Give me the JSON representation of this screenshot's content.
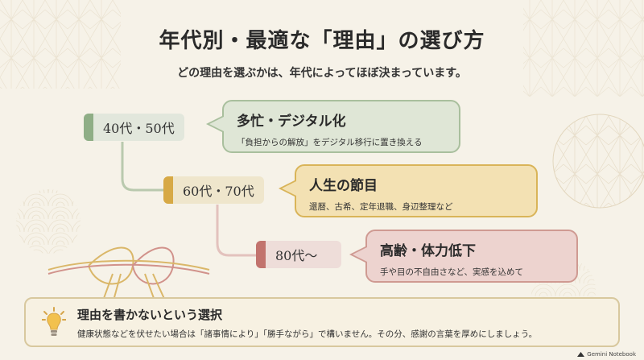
{
  "title": "年代別・最適な「理由」の選び方",
  "subtitle": "どの理由を選ぶかは、年代によってほぼ決まっています。",
  "eras": [
    {
      "label": "40代・50代",
      "card_title": "多忙・デジタル化",
      "card_desc": "「負担からの解放」をデジタル移行に置き換える"
    },
    {
      "label": "60代・70代",
      "card_title": "人生の節目",
      "card_desc": "還暦、古希、定年退職、身辺整理など"
    },
    {
      "label": "80代〜",
      "card_title": "高齢・体力低下",
      "card_desc": "手や目の不自由さなど、実感を込めて"
    }
  ],
  "tip": {
    "title": "理由を書かないという選択",
    "desc": "健康状態などを伏せたい場合は「諸事情により」「勝手ながら」で構いません。その分、感謝の言葉を厚めにしましょう。"
  },
  "footer": {
    "badge": "Gemini Notebook"
  },
  "colors": {
    "green_bar": "#8fae86",
    "green_card_bg": "#dfe6d6",
    "green_card_border": "#a9bf9d",
    "gold_bar": "#d7a945",
    "gold_card_bg": "#f3e1b3",
    "gold_card_border": "#d9b458",
    "red_bar": "#c2736d",
    "red_card_bg": "#edd3cf",
    "red_card_border": "#cf9a92"
  }
}
